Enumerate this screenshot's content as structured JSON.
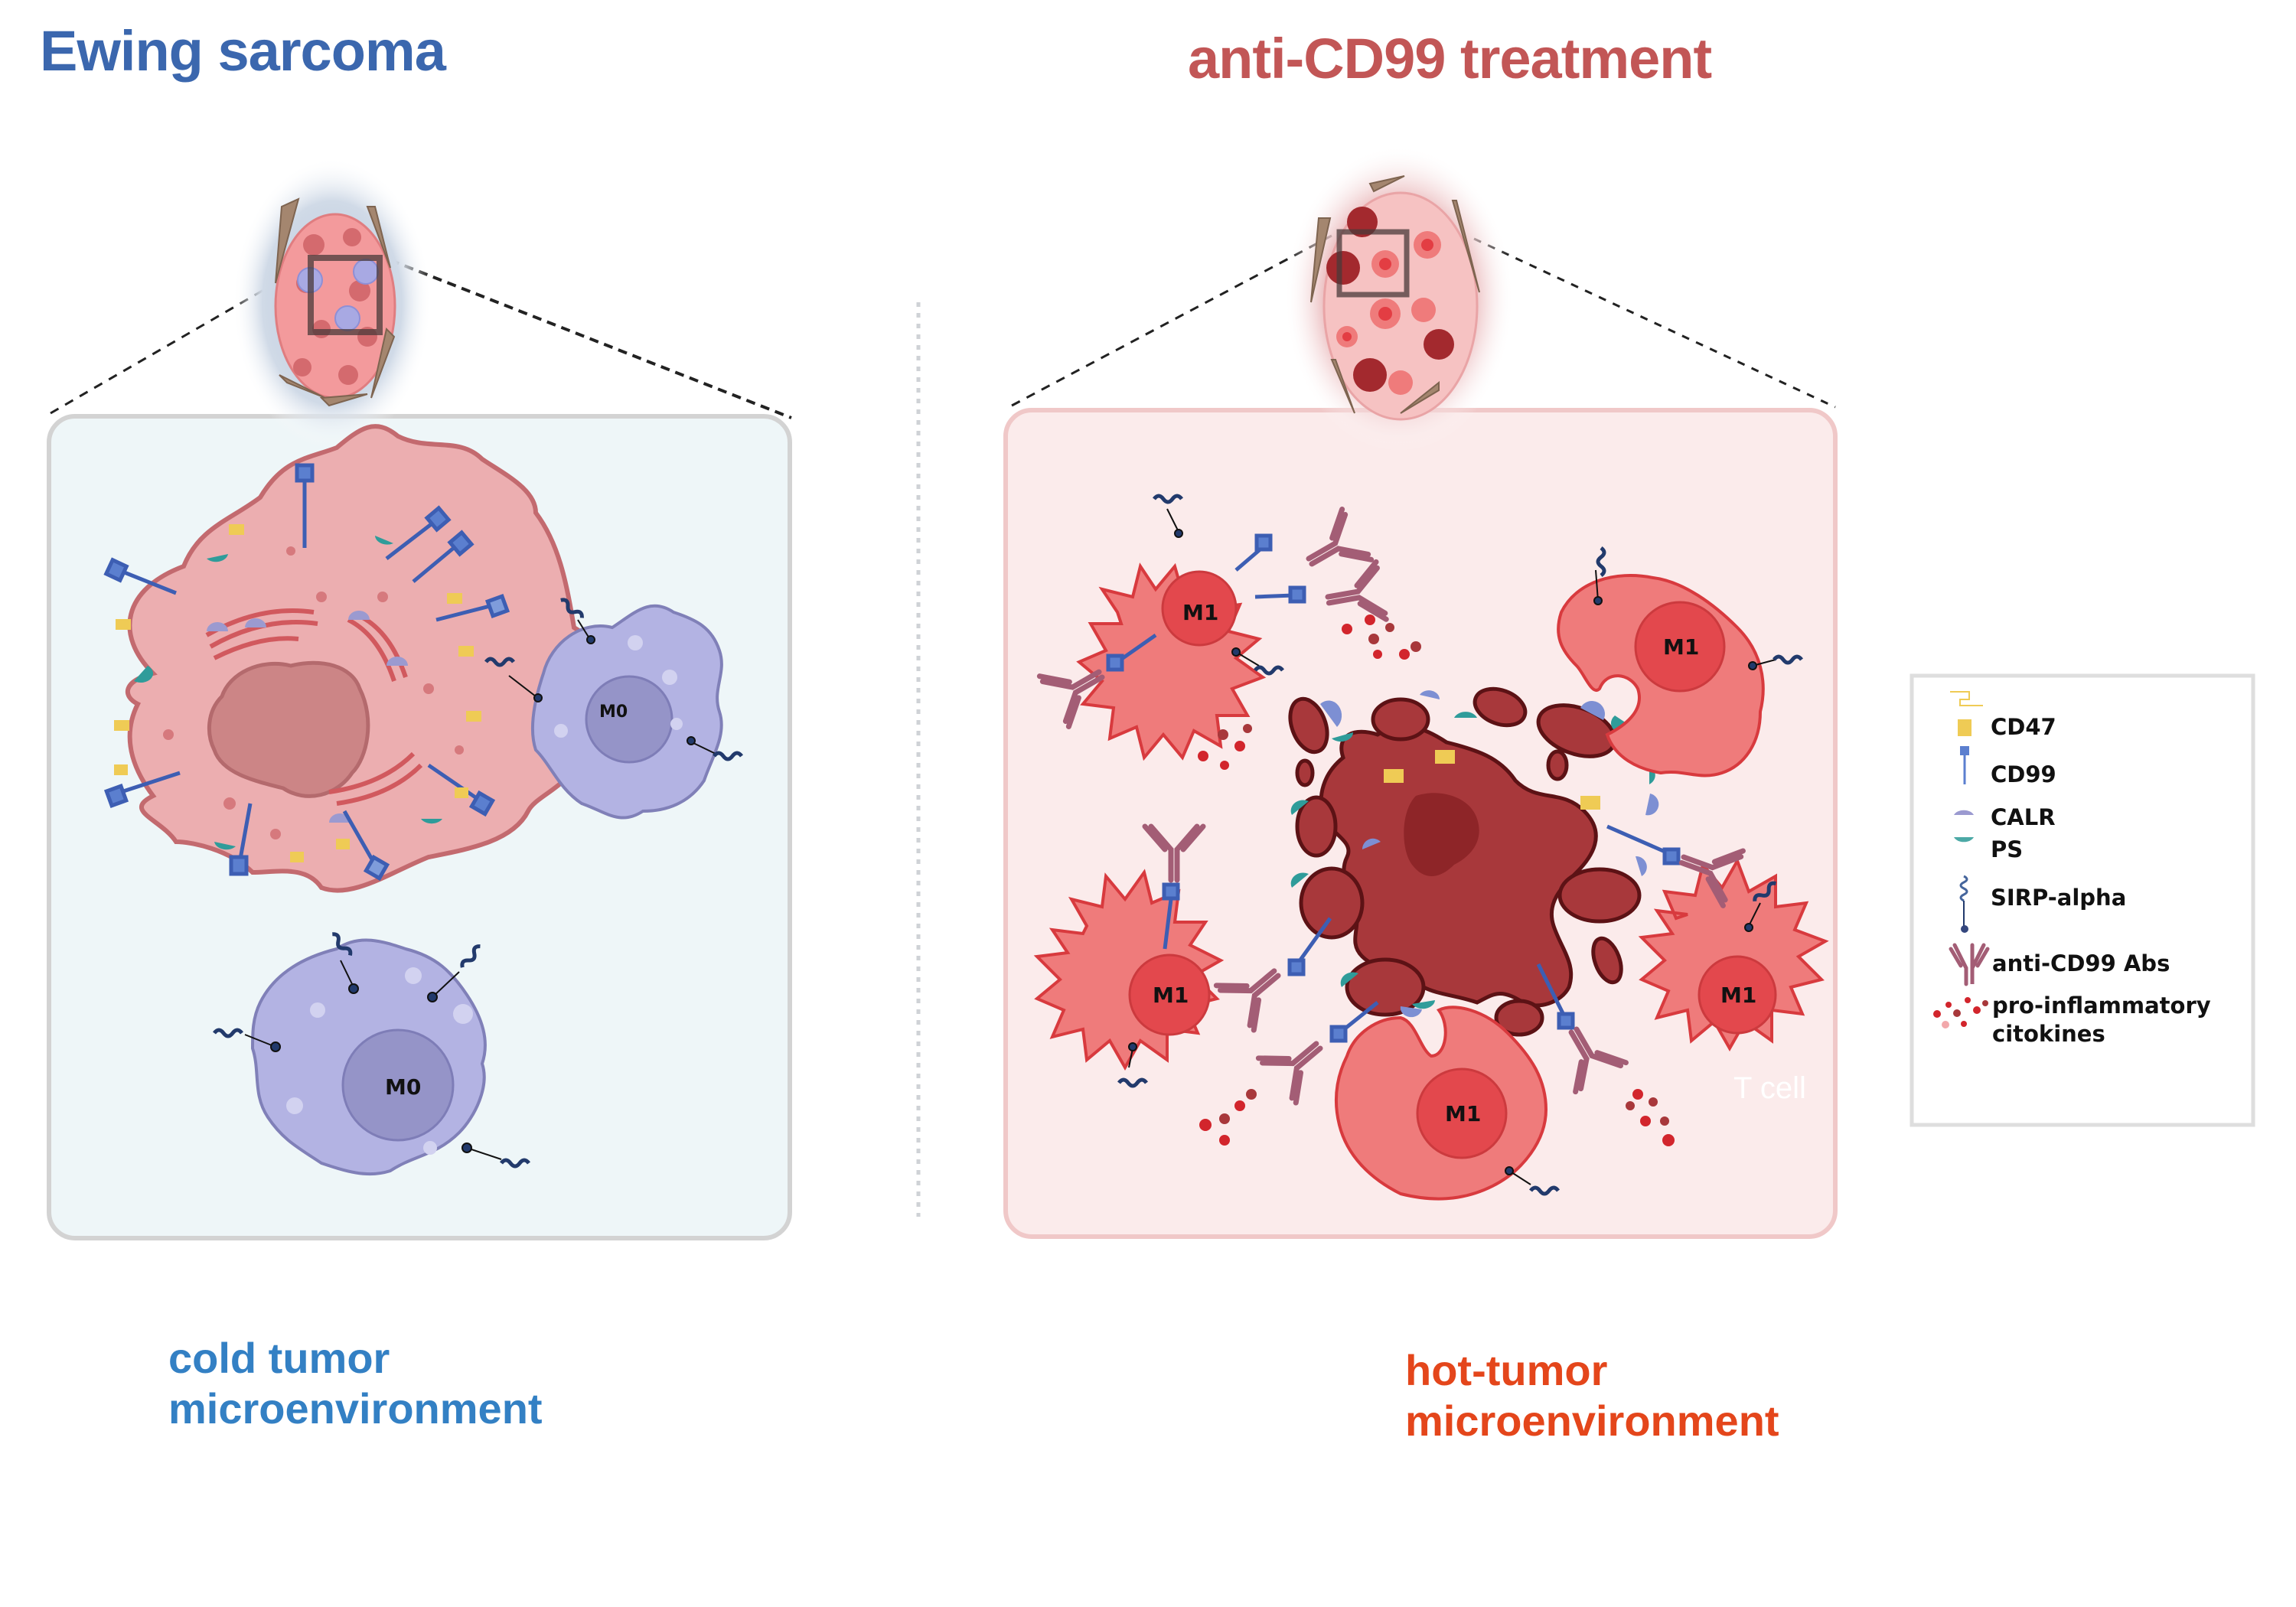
{
  "titles": {
    "left": "Ewing sarcoma",
    "right": "anti-CD99 treatment"
  },
  "captions": {
    "left_line1": "cold tumor",
    "left_line2": "microenvironment",
    "right_line1": "hot-tumor",
    "right_line2": "microenvironment"
  },
  "cells": {
    "m0_small": "M0",
    "m0_large": "M0",
    "m1_top_left": "M1",
    "m1_top_right": "M1",
    "m1_mid_left": "M1",
    "m1_mid_right": "M1",
    "m1_bottom": "M1"
  },
  "watermark": "T cell",
  "legend": {
    "items": [
      {
        "icon": "cd47-icon",
        "label": "CD47"
      },
      {
        "icon": "cd99-icon",
        "label": "CD99"
      },
      {
        "icon": "calr-icon",
        "label": "CALR"
      },
      {
        "icon": "ps-icon",
        "label": "PS"
      },
      {
        "icon": "sirp-alpha-icon",
        "label": "SIRP-alpha"
      },
      {
        "icon": "antibody-icon",
        "label": "anti-CD99 Abs"
      },
      {
        "icon": "cytokines-icon",
        "label_line1": "pro-inflammatory",
        "label_line2": "citokines"
      }
    ]
  },
  "colors": {
    "title_left": "#3b67ae",
    "title_right": "#c25656",
    "caption_left": "#3380c4",
    "caption_right": "#e4461b",
    "tumor_cell": "#ecaeb0",
    "m0": "#b3b3e3",
    "m1": "#ef7b7b",
    "dying_cell": "#a8383b",
    "cd99": "#5b7fcf",
    "cd47": "#efcb55",
    "calr": "#9b9ad0",
    "ps": "#2f9c9a",
    "antibody": "#a35d75",
    "sirp": "#223a6c"
  }
}
